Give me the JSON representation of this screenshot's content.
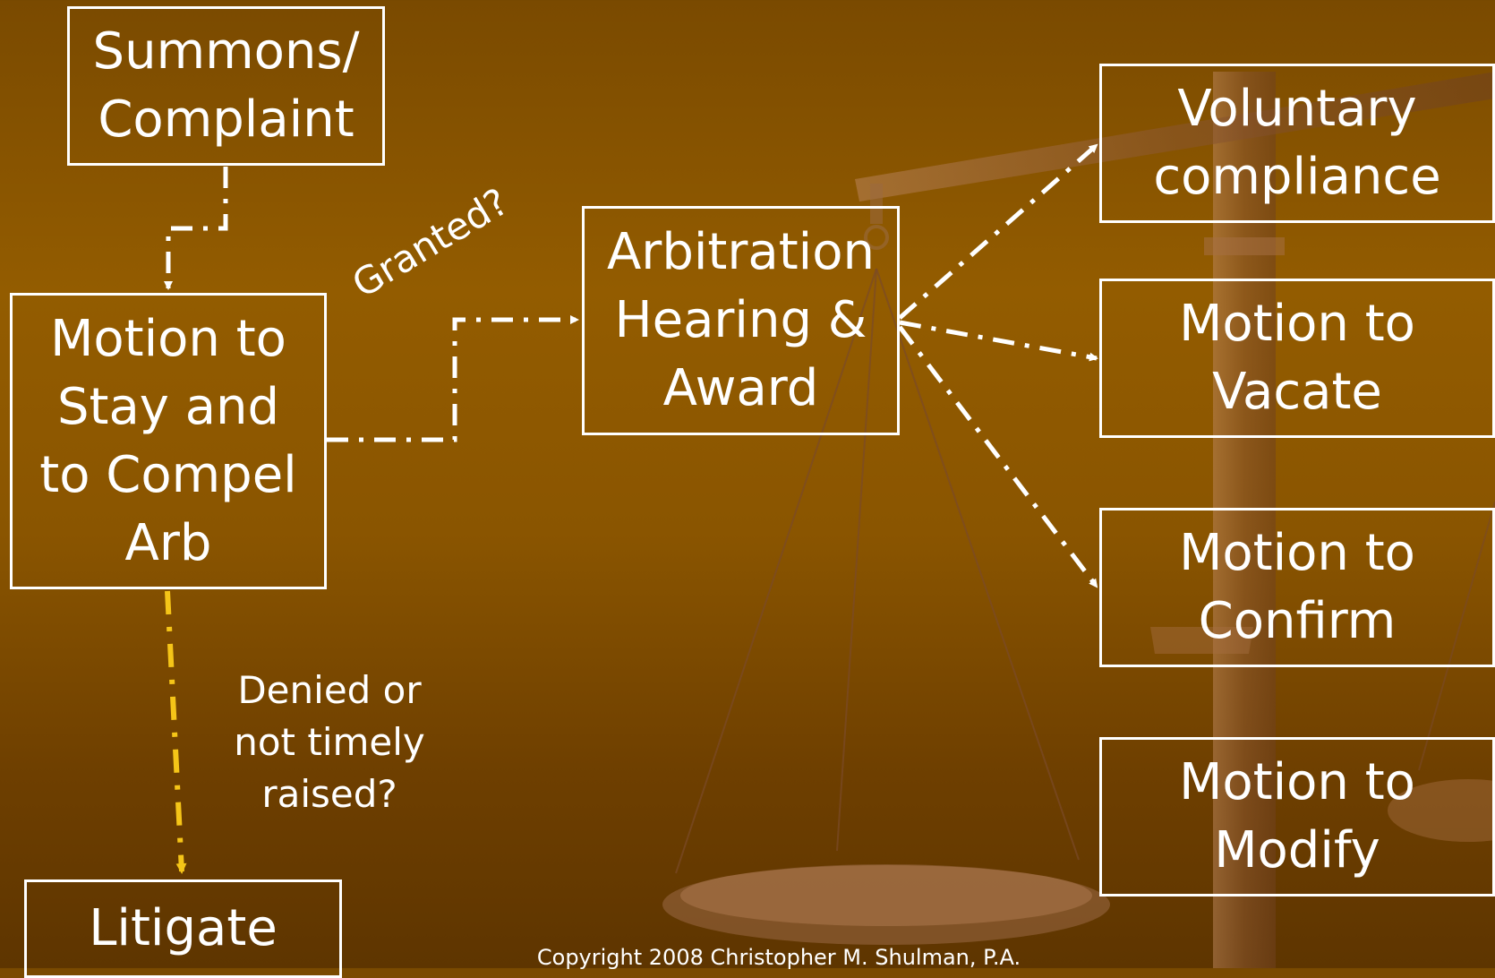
{
  "boxes": {
    "summons": "Summons/\nComplaint",
    "motion_stay": "Motion to\nStay and\nto Compel\nArb",
    "arbitration": "Arbitration\nHearing &\nAward",
    "voluntary": "Voluntary\ncompliance",
    "vacate": "Motion to\nVacate",
    "confirm": "Motion to\nConfirm",
    "modify": "Motion to\nModify",
    "litigate": "Litigate"
  },
  "labels": {
    "granted": "Granted?",
    "denied": "Denied or\nnot timely\nraised?"
  },
  "footer": {
    "copyright": "Copyright 2008 Christopher M. Shulman, P.A."
  },
  "colors": {
    "background_top": "#7a4a00",
    "background_bottom": "#5e3500",
    "box_border": "#ffffff",
    "connector": "#ffffff",
    "denied_connector": "#f5c518",
    "scale_illustration": "#a9744a"
  }
}
